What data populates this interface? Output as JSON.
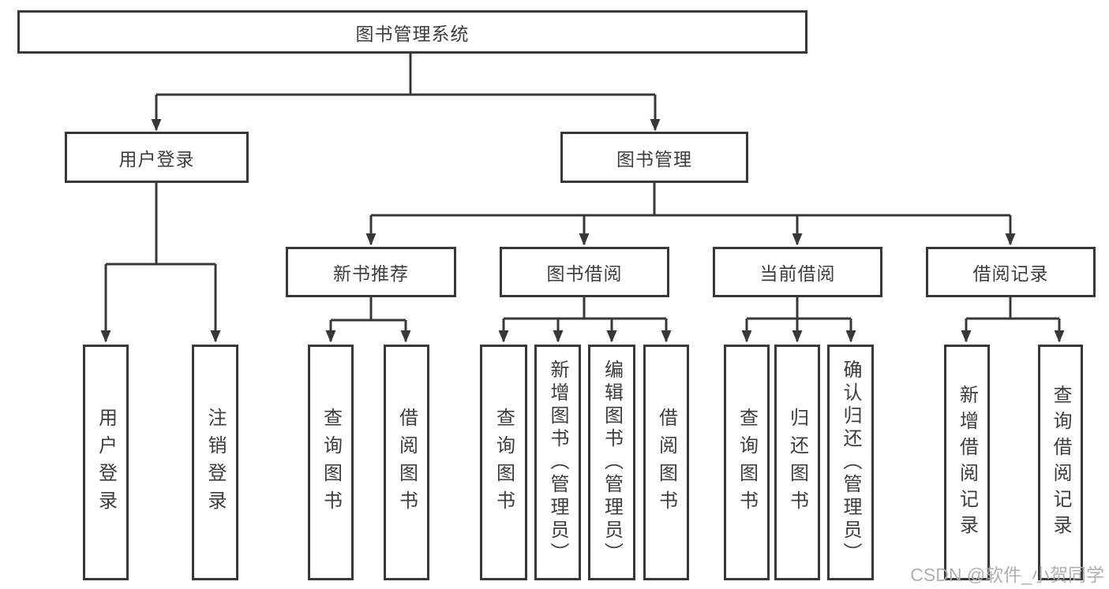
{
  "diagram": {
    "root": "图书管理系统",
    "user_login": {
      "label": "用户登录",
      "children": {
        "login": "用户登录",
        "logout": "注销登录"
      }
    },
    "book_management": {
      "label": "图书管理",
      "new_book_recommend": {
        "label": "新书推荐",
        "children": {
          "query_books": "查询图书",
          "borrow_books": "借阅图书"
        }
      },
      "book_borrowing": {
        "label": "图书借阅",
        "children": {
          "query_books": "查询图书",
          "add_books": "新增图书（管理员）",
          "edit_books": "编辑图书（管理员）",
          "borrow_books": "借阅图书"
        }
      },
      "current_borrowing": {
        "label": "当前借阅",
        "children": {
          "query_books": "查询图书",
          "return_books": "归还图书",
          "confirm_return": "确认归还（管理员）"
        }
      },
      "borrowing_records": {
        "label": "借阅记录",
        "children": {
          "add_record": "新增借阅记录",
          "query_record": "查询借阅记录"
        }
      }
    }
  },
  "watermark": "CSDN @软件_小贺同学",
  "colors": {
    "line": "#383838",
    "text": "#3d3d3d",
    "watermark": "#acacac",
    "background": "#ffffff"
  }
}
